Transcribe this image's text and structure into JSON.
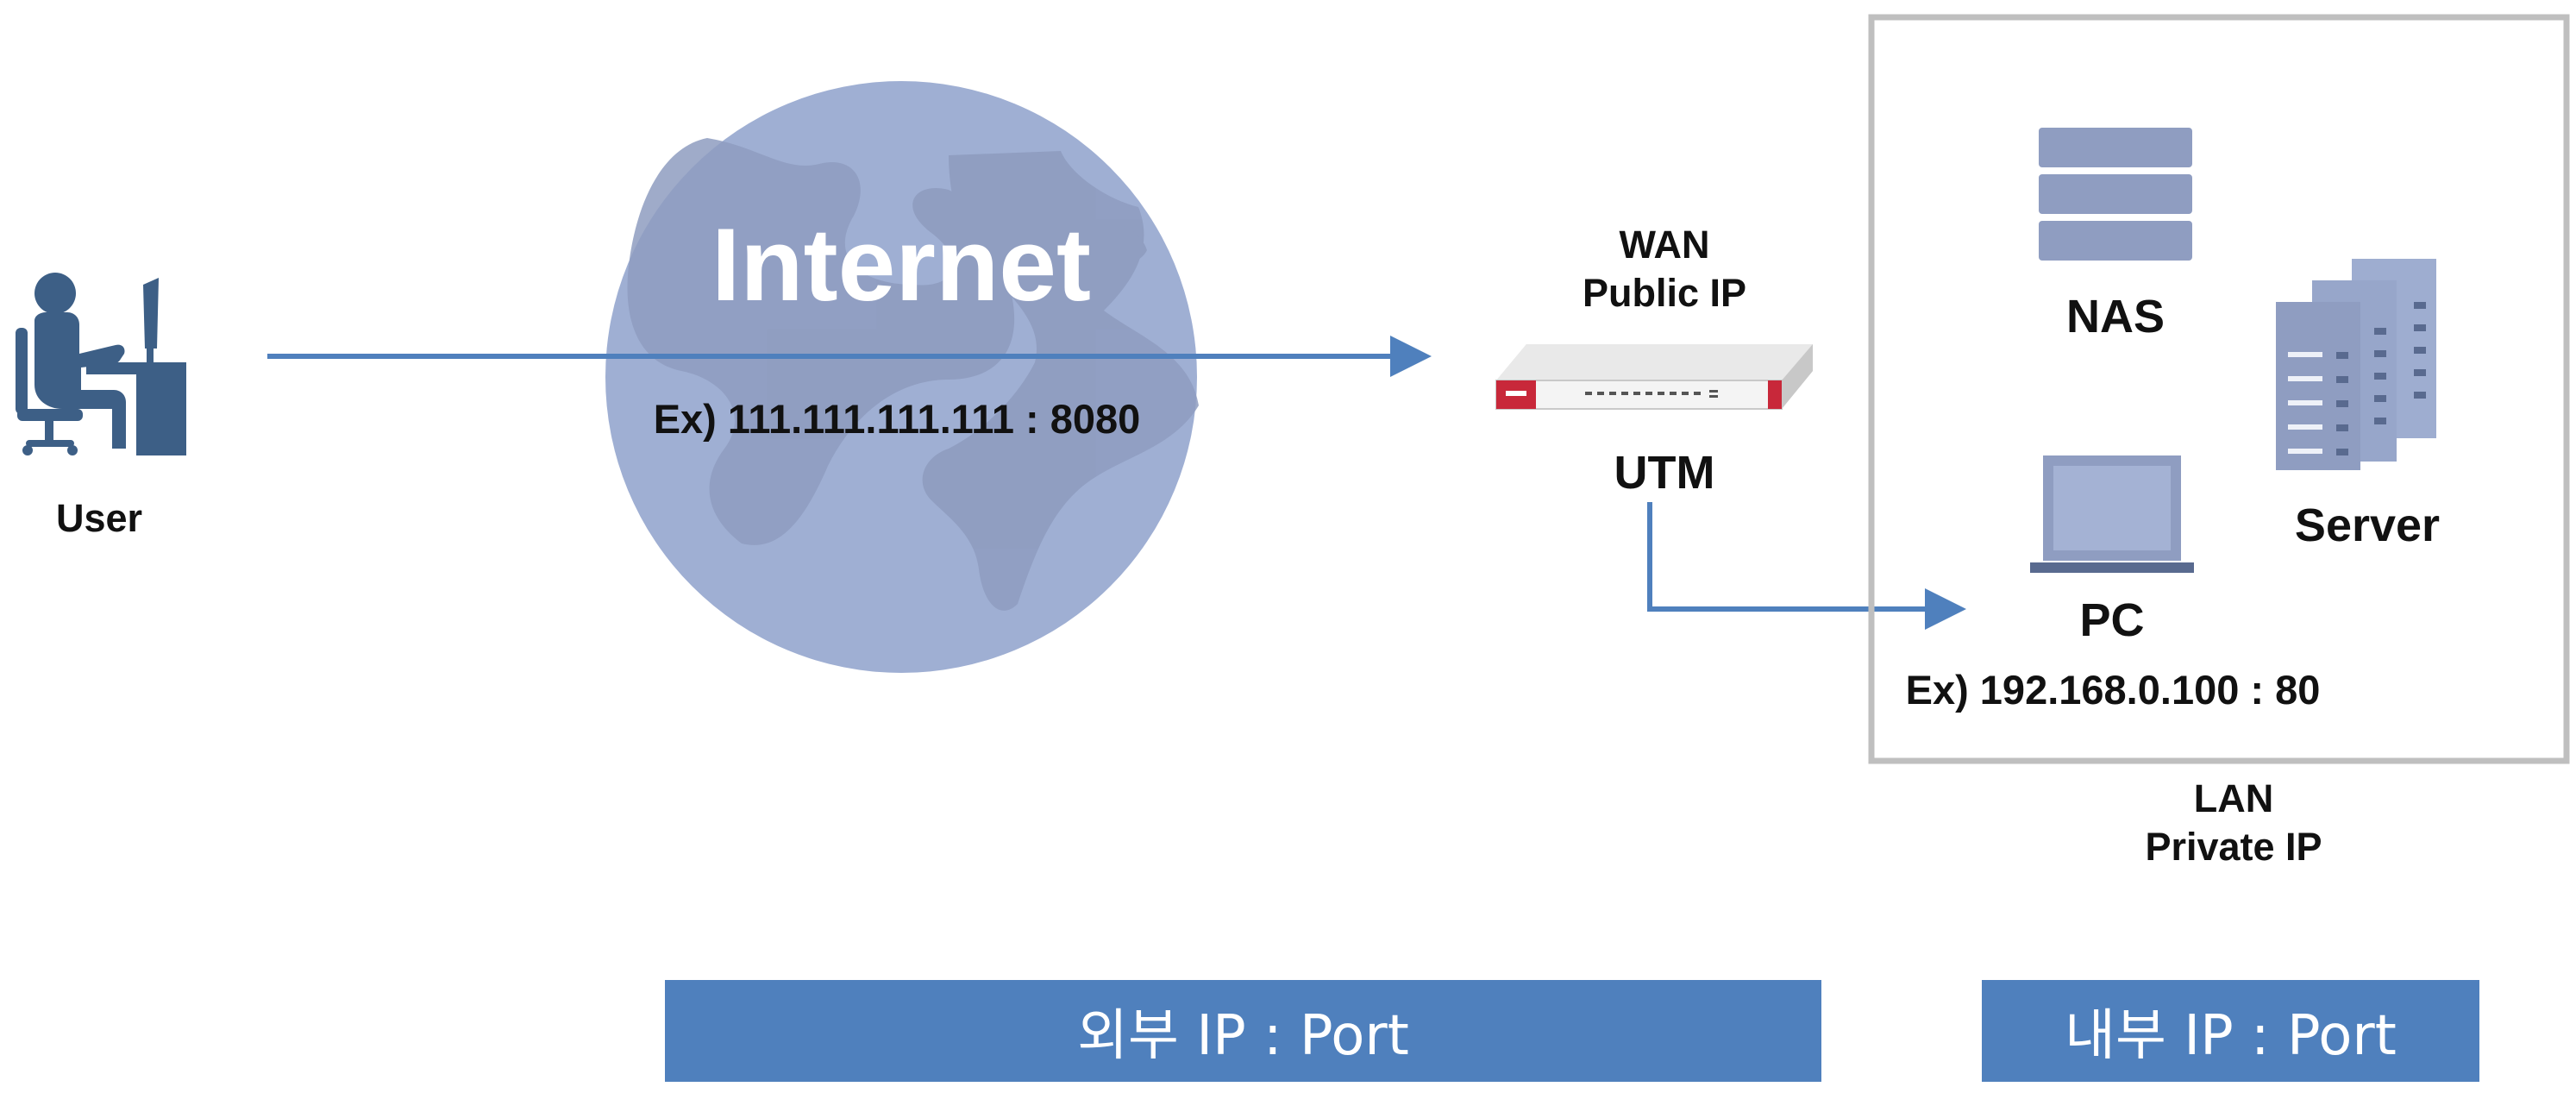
{
  "user": {
    "label": "User"
  },
  "internet": {
    "label": "Internet",
    "example": "Ex) 111.111.111.111 : 8080"
  },
  "utm": {
    "wan_label": "WAN",
    "public_ip_label": "Public IP",
    "label": "UTM"
  },
  "lan": {
    "nas_label": "NAS",
    "server_label": "Server",
    "pc_label": "PC",
    "example": "Ex) 192.168.0.100 : 80",
    "lan_label": "LAN",
    "private_ip_label": "Private IP"
  },
  "bars": {
    "external": "외부 IP : Port",
    "internal": "내부 IP : Port"
  },
  "colors": {
    "arrow": "#4f80bd",
    "bar": "#4f80bd",
    "globe": "#9fafd3",
    "icon_dark": "#3d5f86",
    "device_gray": "#8f9dc1"
  }
}
